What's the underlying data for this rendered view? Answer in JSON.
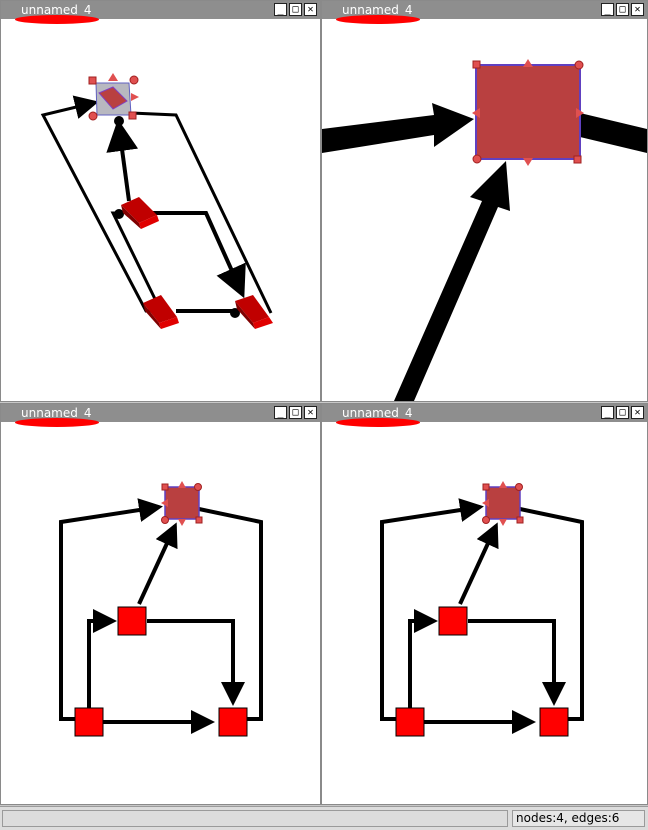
{
  "windows": [
    {
      "title": "unnamed_4",
      "view": "3d-perspective"
    },
    {
      "title": "unnamed_4",
      "view": "zoomed"
    },
    {
      "title": "unnamed_4",
      "view": "2d"
    },
    {
      "title": "unnamed_4",
      "view": "2d"
    }
  ],
  "window_buttons": {
    "minimize": "_",
    "maximize": "□",
    "close": "✕"
  },
  "status": {
    "counts": "nodes:4, edges:6"
  },
  "colors": {
    "node": "#ff0000",
    "selected_node": "#b94040",
    "edge": "#000000",
    "handle": "#e05050",
    "titlebar": "#8e8e8e"
  }
}
